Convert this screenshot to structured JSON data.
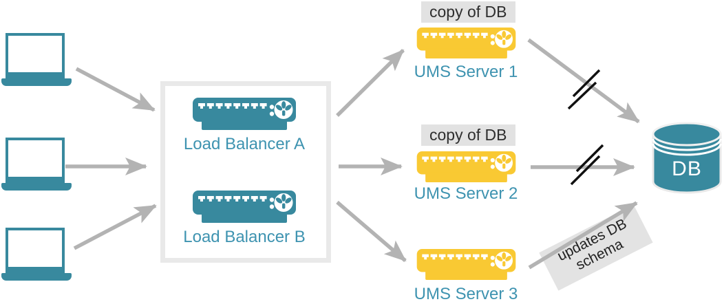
{
  "colors": {
    "teal": "#38899E",
    "teal_text": "#3E93B0",
    "yellow": "#F9C933",
    "arrow_gray": "#B3B3B3",
    "slash_black": "#111111",
    "group_box_border": "#E9E9E9",
    "badge_bg": "#E2E2E2",
    "badge_text": "#2E2E2E",
    "db_fill": "#38899E",
    "db_label_text": "#FFFFFF"
  },
  "clients": {
    "count": 3,
    "icon": "laptop-icon"
  },
  "load_balancer_group": {
    "icon": "rack-server-icon",
    "items": [
      {
        "label": "Load Balancer A"
      },
      {
        "label": "Load Balancer B"
      }
    ]
  },
  "ums_servers": [
    {
      "label": "UMS Server 1",
      "badge": "copy of DB"
    },
    {
      "label": "UMS Server 2",
      "badge": "copy of DB"
    },
    {
      "label": "UMS Server 3"
    }
  ],
  "database": {
    "label": "DB",
    "icon": "database-cylinder-icon"
  },
  "annotation": {
    "line1": "updates DB",
    "line2": "schema"
  },
  "connection_marks": {
    "broken_link_icon": "double-slash-break-icon",
    "arrow_icon": "flow-arrow"
  }
}
